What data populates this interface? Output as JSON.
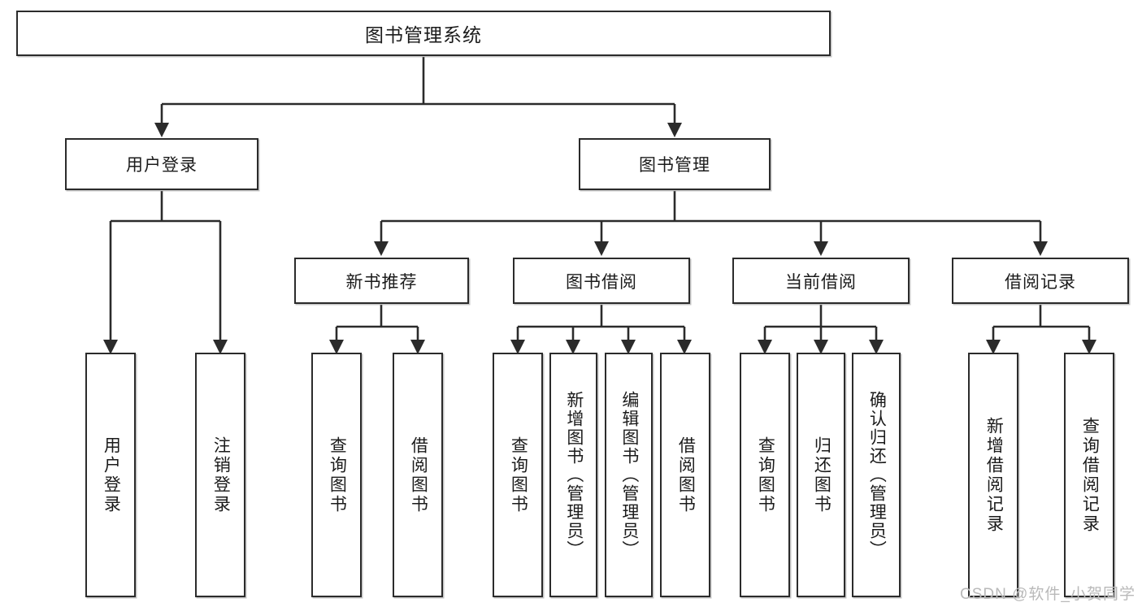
{
  "diagram": {
    "title": "图书管理系统",
    "type": "tree",
    "watermark": "CSDN @软件_小贺同学",
    "colors": {
      "box_border": "#2b2b2b",
      "box_fill": "#ffffff",
      "connector": "#2b2b2b",
      "watermark": "#b9b9b9",
      "background": "#ffffff"
    },
    "root": {
      "label": "图书管理系统"
    },
    "level2": [
      {
        "label": "用户登录"
      },
      {
        "label": "图书管理"
      }
    ],
    "level3": [
      {
        "label": "新书推荐"
      },
      {
        "label": "图书借阅"
      },
      {
        "label": "当前借阅"
      },
      {
        "label": "借阅记录"
      }
    ],
    "leaves": {
      "user_login": [
        {
          "label": "用户登录"
        },
        {
          "label": "注销登录"
        }
      ],
      "new_book": [
        {
          "label": "查询图书"
        },
        {
          "label": "借阅图书"
        }
      ],
      "book_borrow": [
        {
          "label": "查询图书"
        },
        {
          "label": "新增图书（管理员）"
        },
        {
          "label": "编辑图书（管理员）"
        },
        {
          "label": "借阅图书"
        }
      ],
      "current_borrow": [
        {
          "label": "查询图书"
        },
        {
          "label": "归还图书"
        },
        {
          "label": "确认归还（管理员）"
        }
      ],
      "borrow_record": [
        {
          "label": "新增借阅记录"
        },
        {
          "label": "查询借阅记录"
        }
      ]
    }
  }
}
